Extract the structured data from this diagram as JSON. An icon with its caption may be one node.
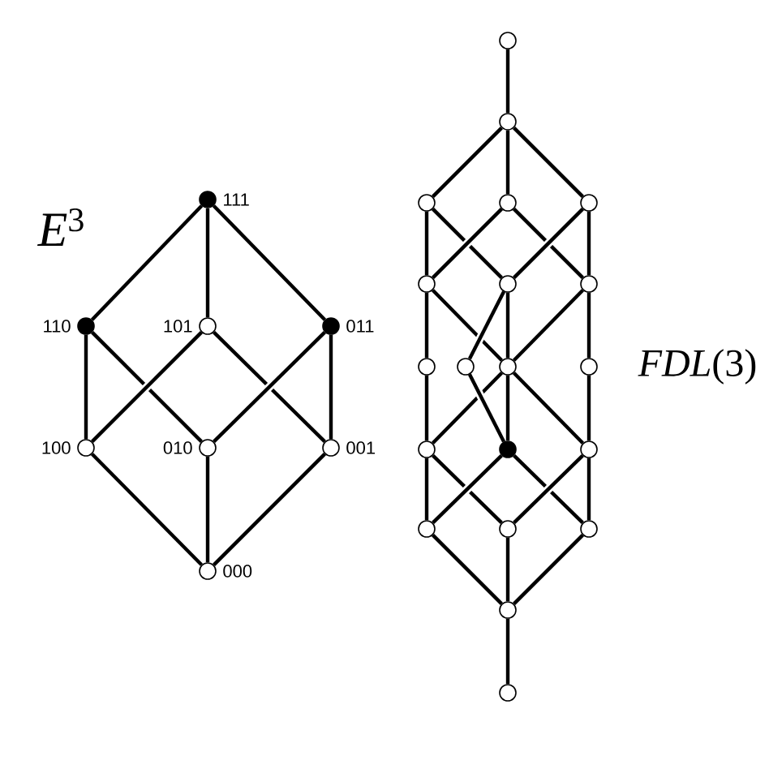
{
  "diagram": {
    "nodes": [
      {
        "text": [],
        "shape": "dot",
        "beside": [
          "111"
        ]
      },
      {
        "text": [],
        "shape": "dot",
        "beside": [
          "110"
        ]
      },
      {
        "text": [],
        "shape": "circle",
        "beside": [
          "101"
        ]
      },
      {
        "text": [],
        "shape": "dot",
        "beside": [
          "011"
        ]
      },
      {
        "text": [],
        "shape": "circle",
        "beside": [
          "100"
        ]
      },
      {
        "text": [],
        "shape": "circle",
        "beside": [
          "010"
        ]
      },
      {
        "text": [],
        "shape": "circle",
        "beside": [
          "001"
        ]
      },
      {
        "text": [],
        "shape": "circle",
        "beside": [
          "000"
        ]
      },
      {
        "text": [],
        "shape": "circle"
      },
      {
        "text": [],
        "shape": "circle"
      },
      {
        "text": [],
        "shape": "circle"
      },
      {
        "text": [],
        "shape": "circle"
      },
      {
        "text": [],
        "shape": "circle"
      },
      {
        "text": [],
        "shape": "circle"
      },
      {
        "text": [],
        "shape": "circle"
      },
      {
        "text": [],
        "shape": "circle"
      },
      {
        "text": [],
        "shape": "circle"
      },
      {
        "text": [],
        "shape": "circle"
      },
      {
        "text": [],
        "shape": "circle"
      },
      {
        "text": [],
        "shape": "circle"
      },
      {
        "text": [],
        "shape": "circle"
      },
      {
        "text": [],
        "shape": "dot"
      },
      {
        "text": [],
        "shape": "circle"
      },
      {
        "text": [],
        "shape": "circle"
      },
      {
        "text": [],
        "shape": "circle"
      },
      {
        "text": [],
        "shape": "circle"
      },
      {
        "text": [],
        "shape": "circle"
      },
      {
        "text": [],
        "shape": "circle"
      }
    ],
    "edges": [
      {
        "from": 0,
        "to": 1,
        "arrow": "none"
      },
      {
        "from": 0,
        "to": 2,
        "arrow": "none"
      },
      {
        "from": 0,
        "to": 3,
        "arrow": "none"
      },
      {
        "from": 1,
        "to": 4,
        "arrow": "none"
      },
      {
        "from": 1,
        "to": 5,
        "arrow": "none"
      },
      {
        "from": 2,
        "to": 4,
        "arrow": "none"
      },
      {
        "from": 2,
        "to": 6,
        "arrow": "none"
      },
      {
        "from": 3,
        "to": 5,
        "arrow": "none"
      },
      {
        "from": 3,
        "to": 6,
        "arrow": "none"
      },
      {
        "from": 4,
        "to": 7,
        "arrow": "none"
      },
      {
        "from": 5,
        "to": 7,
        "arrow": "none"
      },
      {
        "from": 6,
        "to": 7,
        "arrow": "none"
      },
      {
        "from": 8,
        "to": 9,
        "arrow": "none"
      },
      {
        "from": 9,
        "to": 10,
        "arrow": "none"
      },
      {
        "from": 9,
        "to": 11,
        "arrow": "none"
      },
      {
        "from": 9,
        "to": 12,
        "arrow": "none"
      },
      {
        "from": 10,
        "to": 13,
        "arrow": "none"
      },
      {
        "from": 10,
        "to": 14,
        "arrow": "none"
      },
      {
        "from": 11,
        "to": 13,
        "arrow": "none"
      },
      {
        "from": 11,
        "to": 15,
        "arrow": "none"
      },
      {
        "from": 12,
        "to": 14,
        "arrow": "none"
      },
      {
        "from": 12,
        "to": 15,
        "arrow": "none"
      },
      {
        "from": 13,
        "to": 16,
        "arrow": "none"
      },
      {
        "from": 13,
        "to": 18,
        "arrow": "none"
      },
      {
        "from": 14,
        "to": 18,
        "arrow": "none"
      },
      {
        "from": 14,
        "to": 17,
        "arrow": "none"
      },
      {
        "from": 15,
        "to": 18,
        "arrow": "none"
      },
      {
        "from": 15,
        "to": 19,
        "arrow": "none"
      },
      {
        "from": 16,
        "to": 20,
        "arrow": "none"
      },
      {
        "from": 18,
        "to": 20,
        "arrow": "none"
      },
      {
        "from": 18,
        "to": 21,
        "arrow": "none"
      },
      {
        "from": 17,
        "to": 21,
        "arrow": "none"
      },
      {
        "from": 18,
        "to": 22,
        "arrow": "none"
      },
      {
        "from": 19,
        "to": 22,
        "arrow": "none"
      },
      {
        "from": 20,
        "to": 23,
        "arrow": "none"
      },
      {
        "from": 20,
        "to": 24,
        "arrow": "none"
      },
      {
        "from": 21,
        "to": 23,
        "arrow": "none"
      },
      {
        "from": 21,
        "to": 25,
        "arrow": "none"
      },
      {
        "from": 22,
        "to": 24,
        "arrow": "none"
      },
      {
        "from": 22,
        "to": 25,
        "arrow": "none"
      },
      {
        "from": 23,
        "to": 26,
        "arrow": "none"
      },
      {
        "from": 24,
        "to": 26,
        "arrow": "none"
      },
      {
        "from": 25,
        "to": 26,
        "arrow": "none"
      },
      {
        "from": 26,
        "to": 27,
        "arrow": "none"
      }
    ],
    "labels": [
      "*E*$^{3}$",
      "*FDL*(3)"
    ]
  }
}
